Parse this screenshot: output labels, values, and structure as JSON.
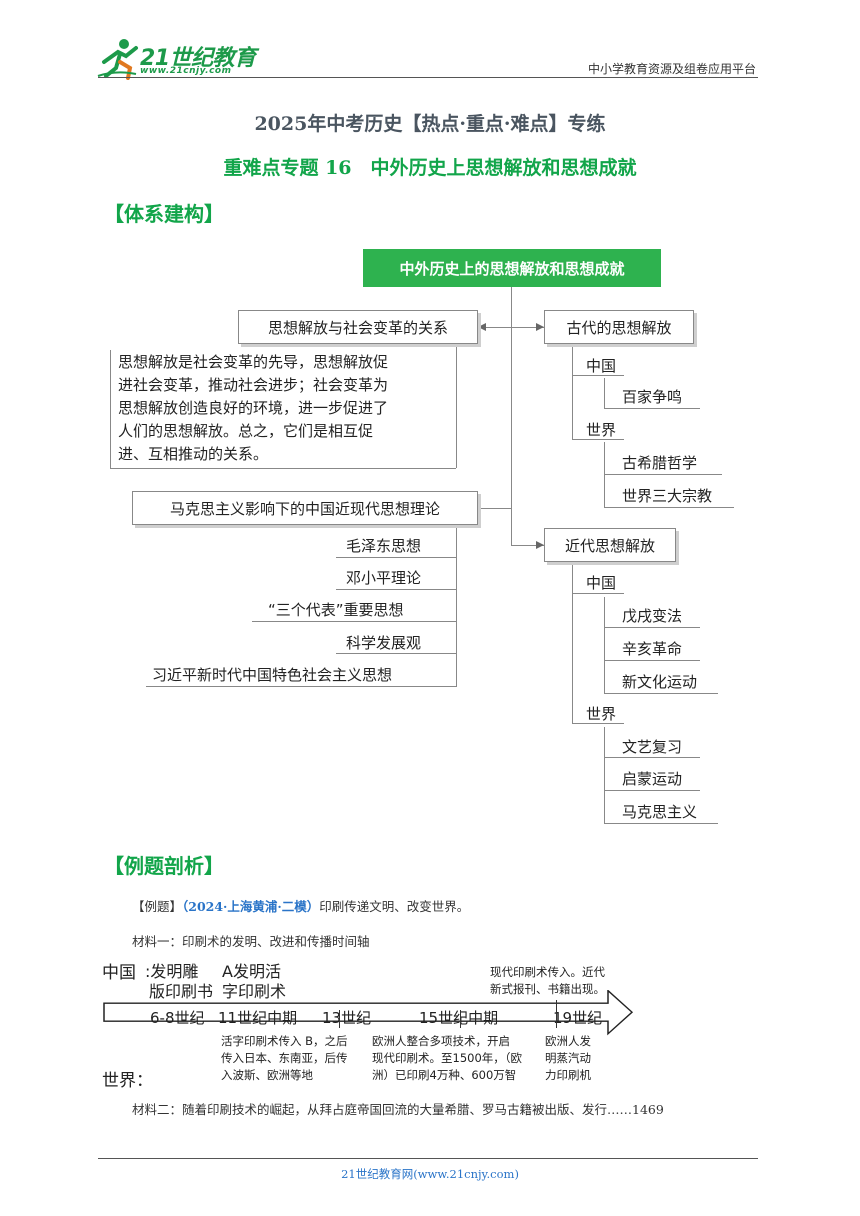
{
  "header": {
    "logo_text": "21世纪教育",
    "logo_sub": "www.21cnjy.com",
    "platform": "中小学教育资源及组卷应用平台"
  },
  "titles": {
    "main": "2025年中考历史【热点·重点·难点】专练",
    "sub": "重难点专题 16　中外历史上思想解放和思想成就"
  },
  "sections": {
    "system": "【体系建构】",
    "example": "【例题剖析】"
  },
  "mindmap": {
    "root": "中外历史上的思想解放和思想成就",
    "relation_title": "思想解放与社会变革的关系",
    "relation_lines": [
      "思想解放是社会变革的先导，思想解放促",
      "进社会变革，推动社会进步；社会变革为",
      "思想解放创造良好的环境，进一步促进了",
      "人们的思想解放。总之，它们是相互促",
      "进、互相推动的关系。"
    ],
    "marxism_title": "马克思主义影响下的中国近现代思想理论",
    "marxism_items": [
      "毛泽东思想",
      "邓小平理论",
      "“三个代表”重要思想",
      "科学发展观",
      "习近平新时代中国特色社会主义思想"
    ],
    "ancient": {
      "title": "古代的思想解放",
      "china_label": "中国",
      "china_items": [
        "百家争鸣"
      ],
      "world_label": "世界",
      "world_items": [
        "古希腊哲学",
        "世界三大宗教"
      ]
    },
    "modern": {
      "title": "近代思想解放",
      "china_label": "中国",
      "china_items": [
        "戊戌变法",
        "辛亥革命",
        "新文化运动"
      ],
      "world_label": "世界",
      "world_items": [
        "文艺复习",
        "启蒙运动",
        "马克思主义"
      ]
    }
  },
  "example": {
    "prefix": "【例题】",
    "source": "（2024·上海黄浦·二模）",
    "text": "印刷传递文明、改变世界。",
    "material1": "材料一：印刷术的发明、改进和传播时间轴",
    "material2": "材料二：随着印刷技术的崛起，从拜占庭帝国回流的大量希腊、罗马古籍被出版、发行……1469"
  },
  "timeline": {
    "china_label": "中国",
    "world_label": "世界：",
    "top_a1": ":发明雕",
    "top_a2": "版印刷书",
    "top_b1": "A发明活",
    "top_b2": "字印刷术",
    "top_c1": "现代印刷术传入。近代",
    "top_c2": "新式报刊、书籍出现。",
    "points": [
      "6-8世纪",
      "11世纪中期",
      "13世纪",
      "15世纪中期",
      "19世纪"
    ],
    "bottom_a1": "活字印刷术传入 B，之后",
    "bottom_a2": "传入日本、东南亚，后传",
    "bottom_a3": "入波斯、欧洲等地",
    "bottom_b1": "欧洲人整合多项技术，开启",
    "bottom_b2": "现代印刷术。至1500年，（欧",
    "bottom_b3": "洲）已印刷4万种、600万智",
    "bottom_c1": "欧洲人发",
    "bottom_c2": "明蒸汽动",
    "bottom_c3": "力印刷机"
  },
  "footer": "21世纪教育网(www.21cnjy.com)"
}
